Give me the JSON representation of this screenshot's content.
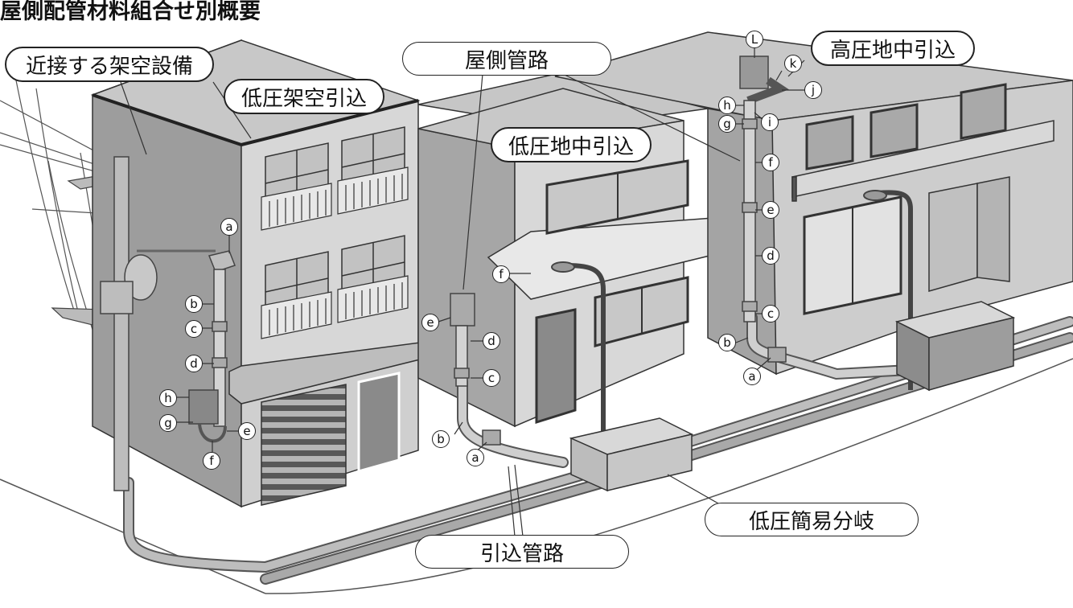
{
  "title": "屋側配管材料組合せ別概要",
  "callouts": {
    "overhead_equipment": "近接する架空設備",
    "low_voltage_overhead": "低圧架空引込",
    "exterior_conduit": "屋側管路",
    "low_voltage_underground": "低圧地中引込",
    "high_voltage_underground": "高圧地中引込",
    "low_voltage_branch": "低圧簡易分岐",
    "service_conduit": "引込管路"
  },
  "markers": {
    "building1": {
      "a": "a",
      "b": "b",
      "c": "c",
      "d": "d",
      "e": "e",
      "f": "f",
      "g": "g",
      "h": "h"
    },
    "building2": {
      "a": "a",
      "b": "b",
      "c": "c",
      "d": "d",
      "e": "e",
      "f": "f"
    },
    "building3": {
      "a": "a",
      "b": "b",
      "c": "c",
      "d": "d",
      "e": "e",
      "f": "f",
      "g": "g",
      "h": "h",
      "i": "i",
      "j": "j",
      "k": "k",
      "l": "L"
    }
  }
}
